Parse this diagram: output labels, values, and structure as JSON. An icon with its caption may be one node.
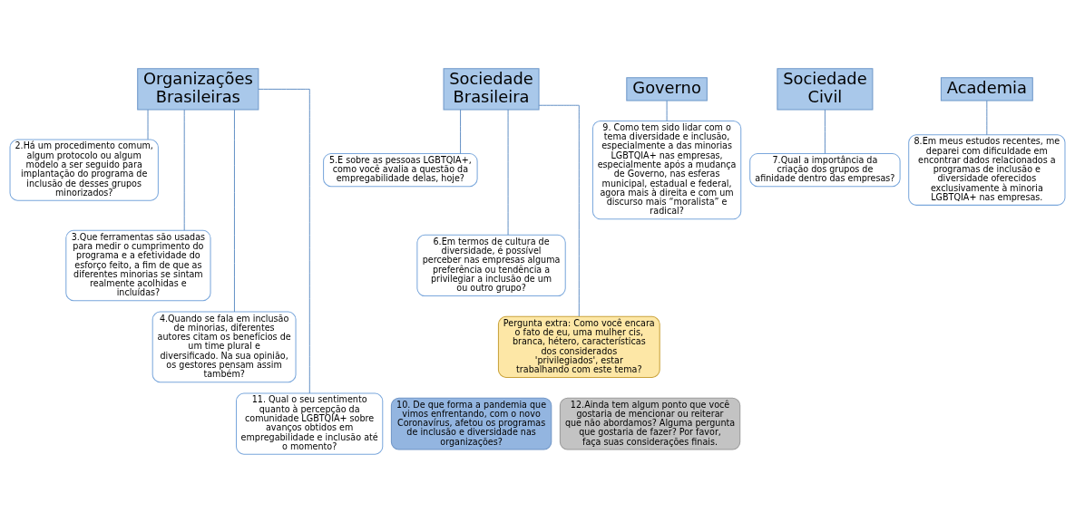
{
  "diagram": {
    "nodes": [
      {
        "text": [
          "Organizações Brasileiras"
        ]
      },
      {
        "text": [
          "Sociedade Brasileira"
        ]
      },
      {
        "text": [
          "Governo"
        ]
      },
      {
        "text": [
          "Sociedade Civil"
        ]
      },
      {
        "text": [
          "Academia"
        ]
      },
      {
        "text": [
          "2.Há um procedimento comum, algum protocolo ou algum modelo a ser seguido para implantação do programa de inclusão de desses grupos minorizados?"
        ]
      },
      {
        "text": [
          "3.Que ferramentas são usadas para medir o cumprimento do programa e a efetividade do esforço feito, a fim de que as diferentes minorias se sintam realmente acolhidas e incluídas?"
        ]
      },
      {
        "text": [
          "4.Quando se fala em inclusão de minorias, diferentes autores citam os benefícios de um time plural e diversificado. Na sua opinião, os gestores pensam assim também?"
        ]
      },
      {
        "text": [
          "11. Qual o seu sentimento quanto à percepção da comunidade LGBTQIA+ sobre avanços obtidos em empregabilidade e inclusão até o momento?"
        ]
      },
      {
        "text": [
          "5.E sobre as pessoas LGBTQIA+, como você avalia a questão da empregabilidade delas, hoje?"
        ]
      },
      {
        "text": [
          "6.Em termos de cultura de diversidade, é possível perceber nas empresas alguma preferência ou tendência a privilegiar a inclusão de um ou outro grupo?"
        ]
      },
      {
        "text": [
          "Pergunta extra: Como você encara o fato de eu, uma mulher cis, branca, hétero, características dos considerados 'privilegiados', estar trabalhando com este tema?"
        ]
      },
      {
        "text": [
          "9. Como tem sido lidar com o tema diversidade e inclusão, especialmente a das minorias LGBTQIA+ nas empresas, especialmente após a mudança de Governo, nas esferas municipal, estadual e federal, agora mais à direita e com um discurso mais “moralista” e radical?"
        ]
      },
      {
        "text": [
          "7.Qual a importância da criação dos grupos de afinidade dentro das empresas?"
        ]
      },
      {
        "text": [
          "8.Em meus estudos recentes, me deparei com dificuldade em encontrar dados relacionados a programas de inclusão e diversidade oferecidos exclusivamente à minoria LGBTQIA+ nas empresas."
        ]
      },
      {
        "text": [
          "10. De que forma a pandemia que vimos enfrentando, com o novo Coronavírus, afetou os programas de inclusão e diversidade nas organizações?"
        ]
      },
      {
        "text": [
          "12.Ainda tem algum ponto que você gostaria de mencionar ou reiterar que não abordamos? Alguma pergunta que gostaria de fazer? Por favor, faça suas considerações finais."
        ]
      }
    ],
    "edges": [
      {
        "from": 0,
        "to": 5,
        "arrow": "none"
      },
      {
        "from": 0,
        "to": 6,
        "arrow": "none"
      },
      {
        "from": 0,
        "to": 7,
        "arrow": "none"
      },
      {
        "from": 0,
        "to": 8,
        "arrow": "none"
      },
      {
        "from": 1,
        "to": 9,
        "arrow": "none"
      },
      {
        "from": 1,
        "to": 10,
        "arrow": "none"
      },
      {
        "from": 1,
        "to": 11,
        "arrow": "none"
      },
      {
        "from": 2,
        "to": 12,
        "arrow": "none"
      },
      {
        "from": 3,
        "to": 13,
        "arrow": "none"
      },
      {
        "from": 4,
        "to": 14,
        "arrow": "none"
      }
    ]
  }
}
